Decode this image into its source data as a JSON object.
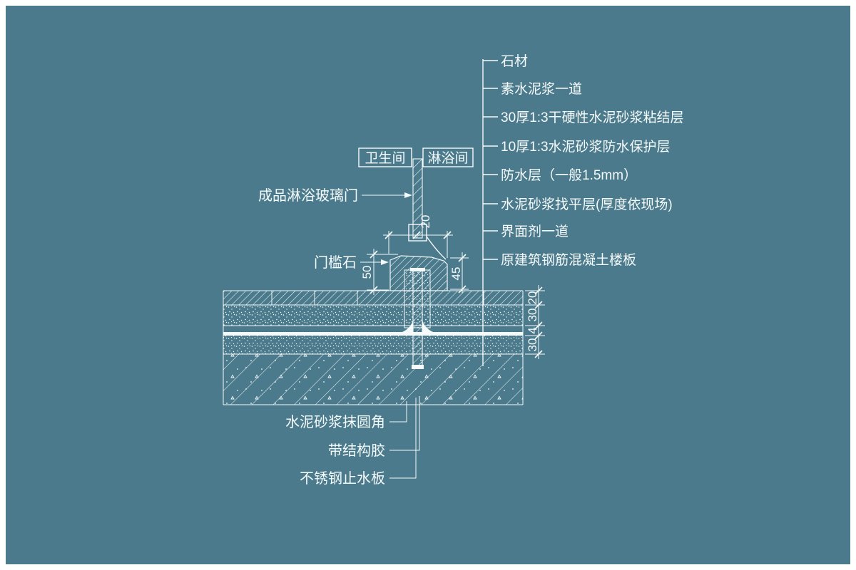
{
  "colors": {
    "background": "#4a7a8b",
    "line": "#f5fafb"
  },
  "rooms": {
    "left": "卫生间",
    "right": "淋浴间"
  },
  "annotations": {
    "glass_door": "成品淋浴玻璃门",
    "threshold": "门槛石",
    "fillet": "水泥砂浆抹圆角",
    "adhesive": "带结构胶",
    "waterstop": "不锈钢止水板"
  },
  "layer_callouts": [
    "石材",
    "素水泥浆一道",
    "30厚1:3干硬性水泥砂浆粘结层",
    "10厚1:3水泥砂浆防水保护层",
    "防水层（一般1.5mm）",
    "水泥砂浆找平层(厚度依现场)",
    "界面剂一道",
    "原建筑钢筋混凝土楼板"
  ],
  "dimensions": {
    "threshold_height_left": "50",
    "threshold_height_right": "45",
    "door_width": "20",
    "layer_chain": [
      "20",
      "30",
      "4",
      "30"
    ]
  }
}
